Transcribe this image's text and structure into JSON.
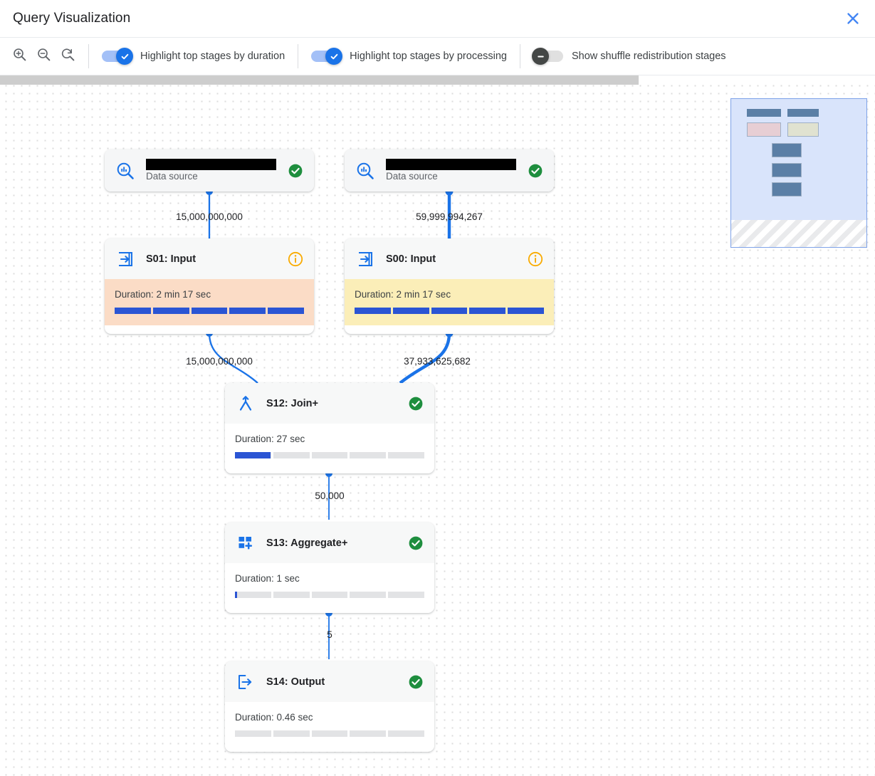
{
  "header": {
    "title": "Query Visualization",
    "close_icon": "close-icon"
  },
  "toolbar": {
    "zoom_in_icon": "zoom-in-icon",
    "zoom_out_icon": "zoom-out-icon",
    "zoom_reset_icon": "zoom-reset-icon",
    "toggles": [
      {
        "label": "Highlight top stages by duration",
        "state": "on"
      },
      {
        "label": "Highlight top stages by processing",
        "state": "on"
      },
      {
        "label": "Show shuffle redistribution stages",
        "state": "off"
      }
    ]
  },
  "colors": {
    "accent_blue": "#1a73e8",
    "meter_blue": "#2b55d4",
    "duration_highlight": "#fbdcc6",
    "processing_highlight": "#fbeeb8",
    "status_green": "#1e8e3e",
    "info_amber": "#f9ab00",
    "minimap_bg": "#d9e4fb"
  },
  "graph": {
    "nodes": [
      {
        "id": "ds-left",
        "kind": "data-source",
        "title": "",
        "title_redacted": true,
        "subtitle": "Data source",
        "icon": "data-source-icon",
        "status": "success"
      },
      {
        "id": "ds-right",
        "kind": "data-source",
        "title": "",
        "title_redacted": true,
        "subtitle": "Data source",
        "icon": "data-source-icon",
        "status": "success"
      },
      {
        "id": "s01",
        "kind": "stage",
        "title": "S01: Input",
        "icon": "input-arrow-icon",
        "status": "info",
        "duration": "Duration: 2 min 17 sec",
        "highlight": "duration",
        "meter_fill_pct": 100
      },
      {
        "id": "s00",
        "kind": "stage",
        "title": "S00: Input",
        "icon": "input-arrow-icon",
        "status": "info",
        "duration": "Duration: 2 min 17 sec",
        "highlight": "processing",
        "meter_fill_pct": 100
      },
      {
        "id": "s12",
        "kind": "stage",
        "title": "S12: Join+",
        "icon": "join-icon",
        "status": "success",
        "duration": "Duration: 27 sec",
        "highlight": "none",
        "meter_fill_pct": 19.7
      },
      {
        "id": "s13",
        "kind": "stage",
        "title": "S13: Aggregate+",
        "icon": "aggregate-icon",
        "status": "success",
        "duration": "Duration: 1 sec",
        "highlight": "none",
        "meter_fill_pct": 0.7
      },
      {
        "id": "s14",
        "kind": "stage",
        "title": "S14: Output",
        "icon": "output-arrow-icon",
        "status": "success",
        "duration": "Duration: 0.46 sec",
        "highlight": "none",
        "meter_fill_pct": 0
      }
    ],
    "edges": [
      {
        "from": "ds-left",
        "to": "s01",
        "label": "15,000,000,000",
        "weight": "thin"
      },
      {
        "from": "ds-right",
        "to": "s00",
        "label": "59,999,994,267",
        "weight": "thick"
      },
      {
        "from": "s01",
        "to": "s12",
        "label": "15,000,000,000",
        "weight": "thin"
      },
      {
        "from": "s00",
        "to": "s12",
        "label": "37,933,625,682",
        "weight": "thick"
      },
      {
        "from": "s12",
        "to": "s13",
        "label": "50,000",
        "weight": "thin"
      },
      {
        "from": "s13",
        "to": "s14",
        "label": "5",
        "weight": "thin"
      }
    ]
  },
  "minimap": {
    "name": "graph-minimap"
  }
}
